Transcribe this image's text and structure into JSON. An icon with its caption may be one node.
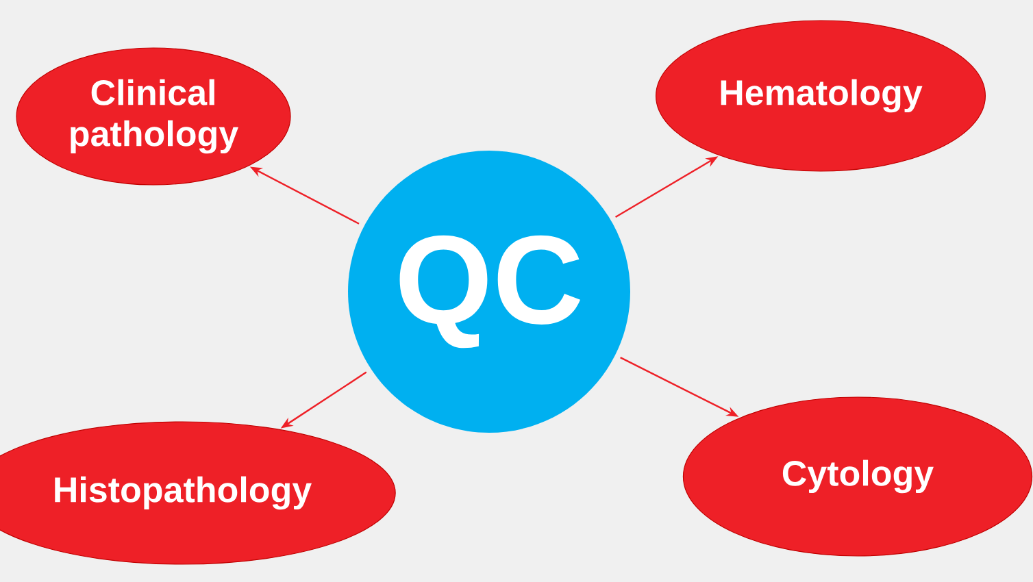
{
  "diagram": {
    "nodes": [
      {
        "text": [
          "QC"
        ]
      },
      {
        "text": [
          "Clinical pathology"
        ]
      },
      {
        "text": [
          "Hematology"
        ]
      },
      {
        "text": [
          "Histopathology"
        ]
      },
      {
        "text": [
          "Cytology"
        ]
      }
    ],
    "edges": [
      {
        "from": 0,
        "to": 1,
        "arrow": "to"
      },
      {
        "from": 0,
        "to": 2,
        "arrow": "to"
      },
      {
        "from": 0,
        "to": 3,
        "arrow": "to"
      },
      {
        "from": 0,
        "to": 4,
        "arrow": "to"
      }
    ]
  }
}
